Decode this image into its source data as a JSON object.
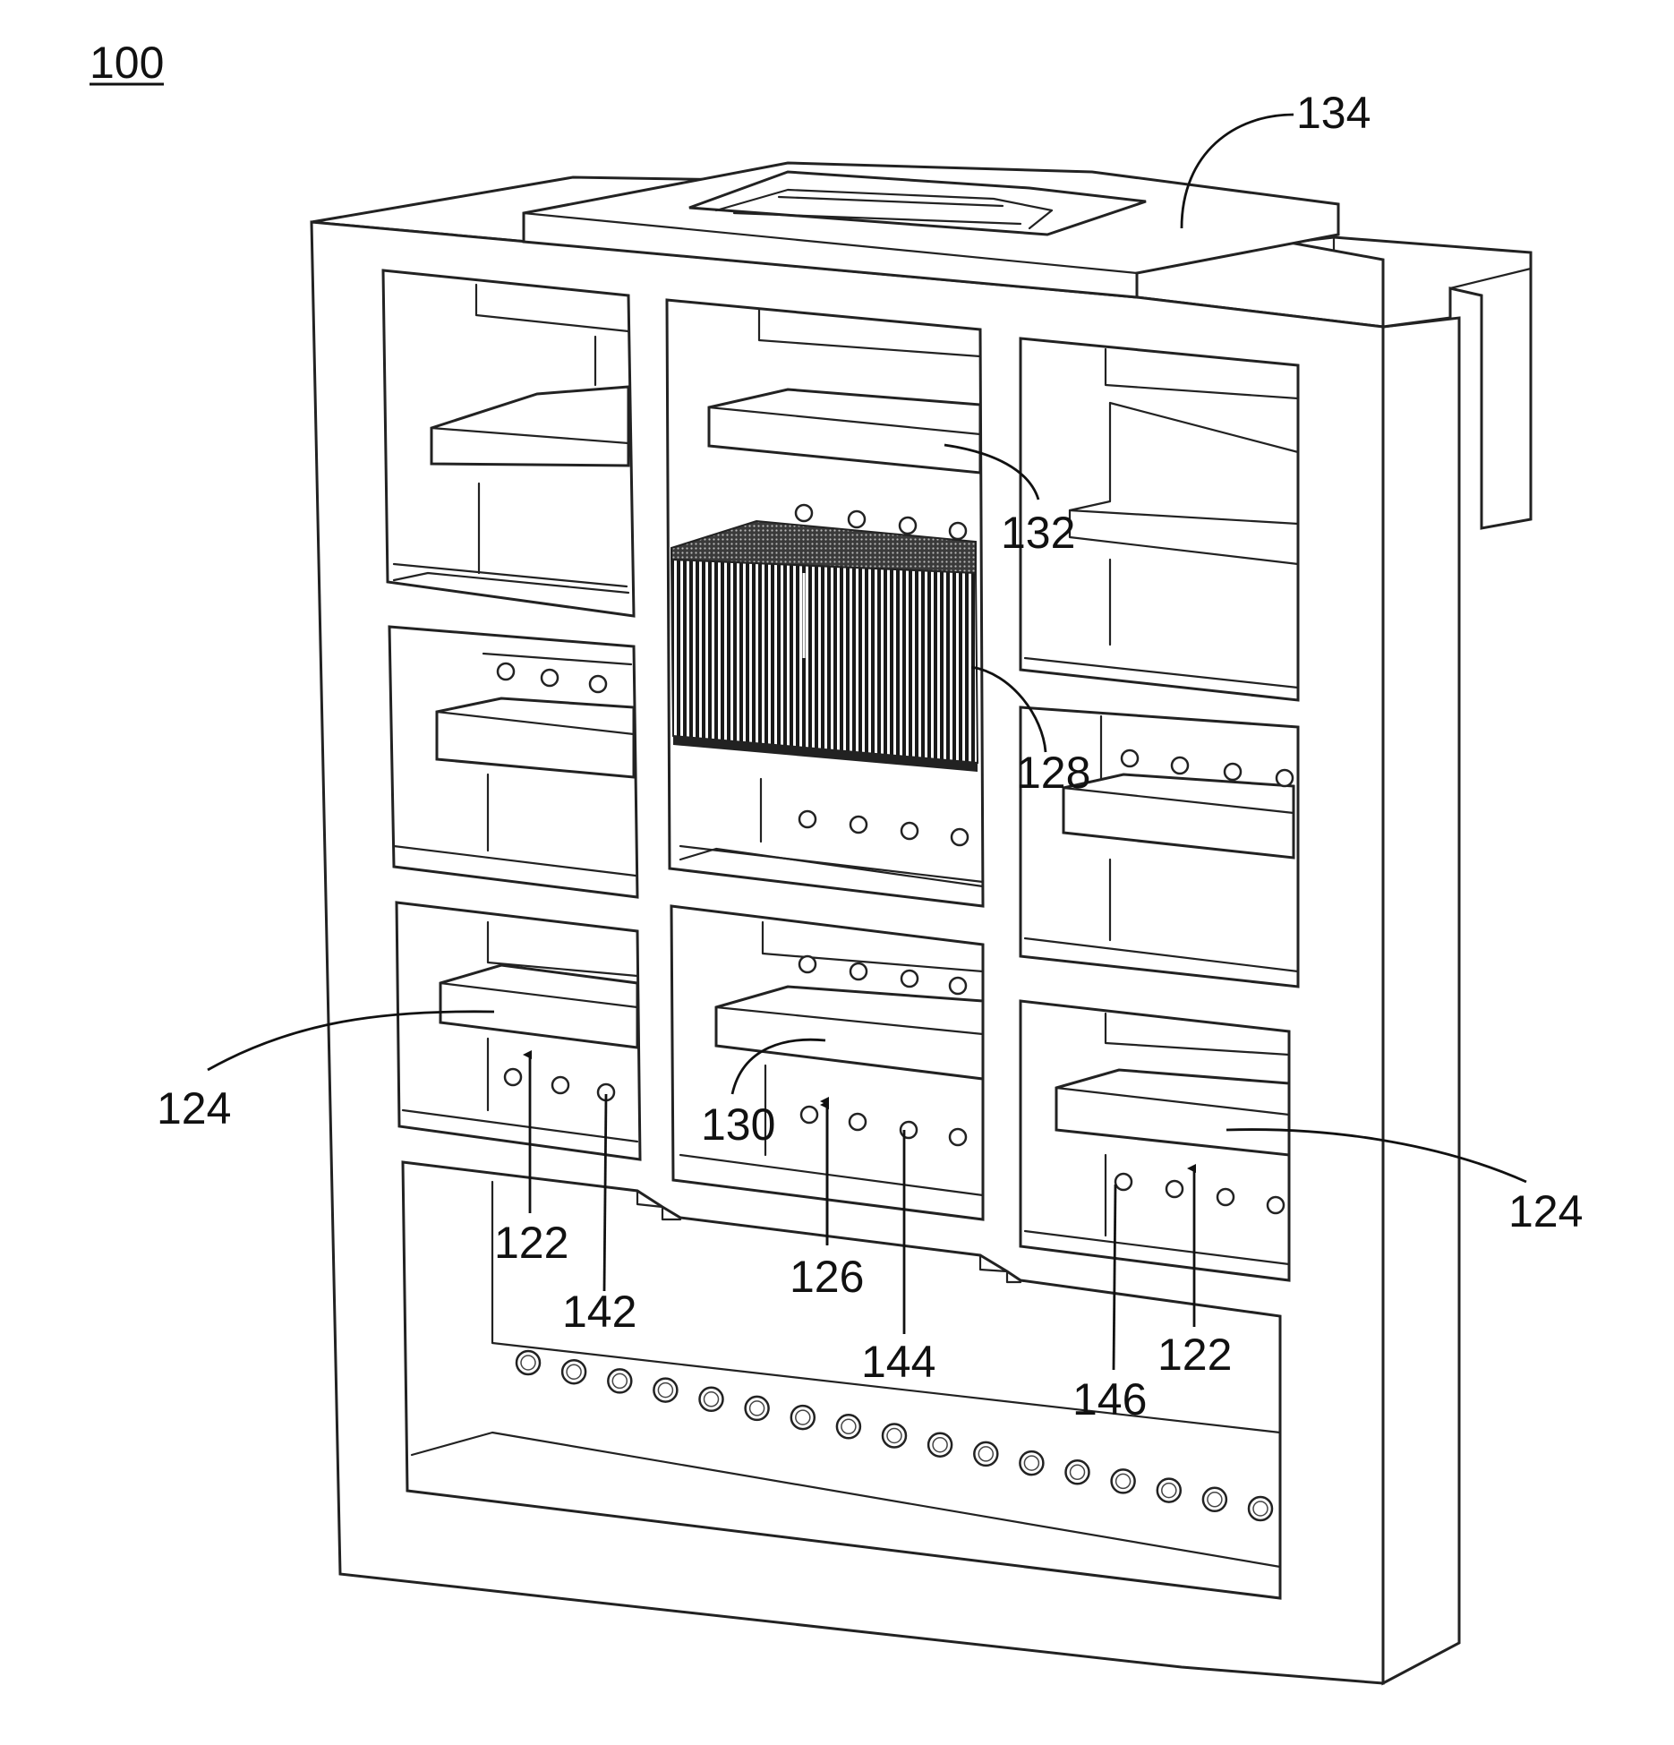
{
  "figure": {
    "number": "100",
    "labels": {
      "l134": "134",
      "l132": "132",
      "l128": "128",
      "l124_left": "124",
      "l124_right": "124",
      "l130": "130",
      "l122_left": "122",
      "l142": "142",
      "l126": "126",
      "l144": "144",
      "l146": "146",
      "l122_right": "122"
    }
  }
}
